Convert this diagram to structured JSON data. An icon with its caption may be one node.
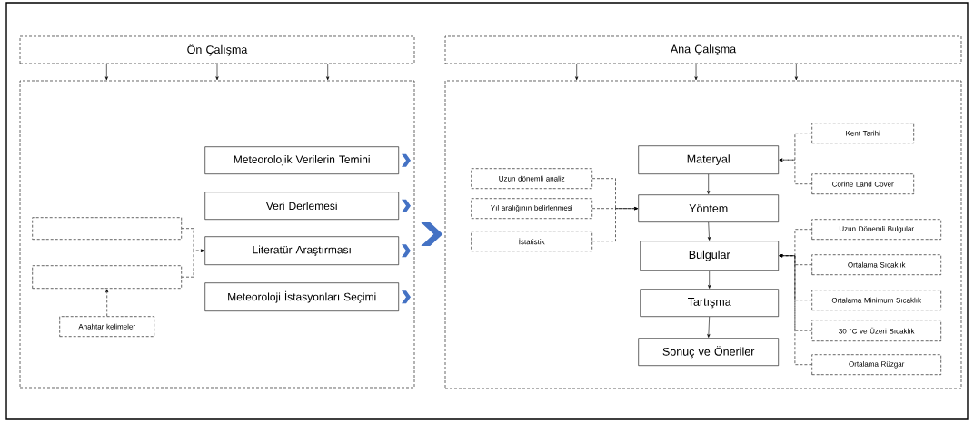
{
  "diagram": {
    "nodes": [
      {
        "text": [
          "Ön Çalışma"
        ]
      },
      {
        "text": [],
        "shape": "box"
      },
      {
        "text": [
          "Meteorolojik Verilerin Temini"
        ],
        "in": 1
      },
      {
        "text": [
          "Veri Derlemesi"
        ],
        "in": 1
      },
      {
        "text": [
          "Literatür Araştırması"
        ],
        "in": 1
      },
      {
        "text": [
          "Meteoroloji İstasyonları Seçimi"
        ],
        "in": 1
      },
      {
        "text": [],
        "shape": "box",
        "in": 1
      },
      {
        "text": [],
        "shape": "box",
        "in": 1
      },
      {
        "text": [
          "Anahtar kelimeler"
        ],
        "in": 1
      },
      {
        "text": [
          "Ana Çalışma"
        ]
      },
      {
        "text": [],
        "shape": "box"
      },
      {
        "text": [
          "Materyal"
        ],
        "in": 10
      },
      {
        "text": [
          "Yöntem"
        ],
        "in": 10
      },
      {
        "text": [
          "Bulgular"
        ],
        "in": 10
      },
      {
        "text": [
          "Tartışma"
        ],
        "in": 10
      },
      {
        "text": [
          "Sonuç ve Öneriler"
        ],
        "in": 10
      },
      {
        "text": [
          "Kent Tarihi"
        ],
        "in": 10
      },
      {
        "text": [
          "Corine Land Cover"
        ],
        "in": 10
      },
      {
        "text": [
          "Uzun dönemli analiz"
        ],
        "in": 10
      },
      {
        "text": [
          "Yıl aralığının belirlenmesi"
        ],
        "in": 10
      },
      {
        "text": [
          "İstatistik"
        ],
        "in": 10
      },
      {
        "text": [
          "Uzun Dönemli Bulgular"
        ],
        "in": 10
      },
      {
        "text": [
          "Ortalama Sıcaklık"
        ],
        "in": 10
      },
      {
        "text": [
          "Ortalama Minimum Sıcaklık"
        ],
        "in": 10
      },
      {
        "text": [
          "30 °C ve Üzeri Sıcaklık"
        ],
        "in": 10
      },
      {
        "text": [
          "Ortalama Rüzgar"
        ],
        "in": 10
      }
    ],
    "edges": [
      {
        "from": 0,
        "to": 1,
        "arrow": "to"
      },
      {
        "from": 0,
        "to": 1,
        "arrow": "to"
      },
      {
        "from": 0,
        "to": 1,
        "arrow": "to"
      },
      {
        "from": 9,
        "to": 10,
        "arrow": "to"
      },
      {
        "from": 9,
        "to": 10,
        "arrow": "to"
      },
      {
        "from": 9,
        "to": 10,
        "arrow": "to"
      },
      {
        "from": 2,
        "to": null,
        "arrow": "to",
        "color": "#4472c4"
      },
      {
        "from": 3,
        "to": null,
        "arrow": "to",
        "color": "#4472c4"
      },
      {
        "from": 4,
        "to": null,
        "arrow": "to",
        "color": "#4472c4"
      },
      {
        "from": 5,
        "to": null,
        "arrow": "to",
        "color": "#4472c4"
      },
      {
        "from": 1,
        "to": 10,
        "arrow": "to",
        "color": "#4472c4"
      },
      {
        "from": 6,
        "to": 4,
        "arrow": "to",
        "style": "dashed"
      },
      {
        "from": 7,
        "to": 4,
        "arrow": "to",
        "style": "dashed"
      },
      {
        "from": 8,
        "to": 7,
        "arrow": "to",
        "style": "dashed"
      },
      {
        "from": 11,
        "to": 12,
        "arrow": "to"
      },
      {
        "from": 12,
        "to": 13,
        "arrow": "to"
      },
      {
        "from": 13,
        "to": 14,
        "arrow": "to"
      },
      {
        "from": 14,
        "to": 15,
        "arrow": "to"
      },
      {
        "from": 16,
        "to": 11,
        "arrow": "to",
        "style": "dashed"
      },
      {
        "from": 17,
        "to": 11,
        "arrow": "to",
        "style": "dashed"
      },
      {
        "from": 18,
        "to": 12,
        "arrow": "to",
        "style": "dashed"
      },
      {
        "from": 19,
        "to": 12,
        "arrow": "to",
        "style": "dashed"
      },
      {
        "from": 20,
        "to": 12,
        "arrow": "to",
        "style": "dashed"
      },
      {
        "from": 21,
        "to": 13,
        "arrow": "to",
        "style": "dashed"
      },
      {
        "from": 22,
        "to": 13,
        "arrow": "to",
        "style": "dashed"
      },
      {
        "from": 23,
        "to": 13,
        "arrow": "to",
        "style": "dashed"
      },
      {
        "from": 24,
        "to": 13,
        "arrow": "to",
        "style": "dashed"
      },
      {
        "from": 25,
        "to": 13,
        "arrow": "to",
        "style": "dashed"
      }
    ]
  }
}
